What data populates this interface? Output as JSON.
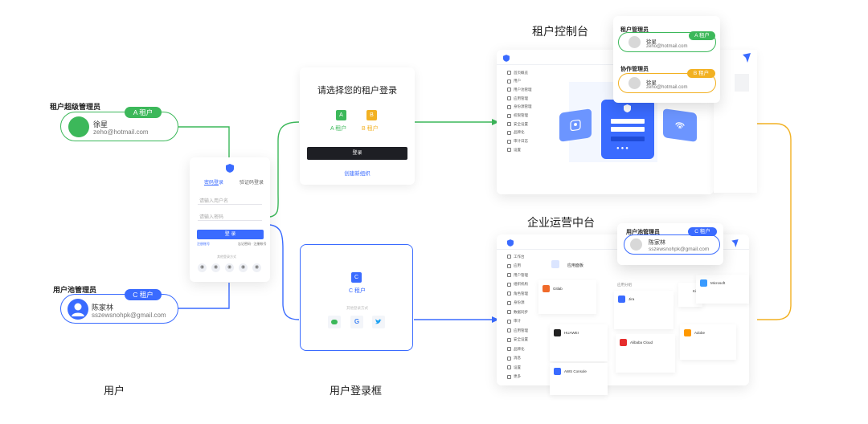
{
  "sections": {
    "users": "用户",
    "login_box": "用户登录框",
    "tenant_console": "租户控制台",
    "enterprise_ops": "企业运营中台"
  },
  "super_admin": {
    "role": "租户超级管理员",
    "tag": "A 租户",
    "name": "徐星",
    "email": "zeho@hotmail.com"
  },
  "pool_admin": {
    "role": "用户池管理员",
    "tag": "C 租户",
    "name": "陈家林",
    "email": "sszewsnohpk@gmail.com"
  },
  "login_card": {
    "tab_active": "密码登录",
    "tab_other": "验证码登录",
    "username_placeholder": "请输入用户名",
    "password_placeholder": "请输入密码",
    "login_button": "登 录",
    "register": "注册账号",
    "forgot": "忘记密码 · 注册帐号",
    "other_methods": "其他登录方式"
  },
  "tenant_select": {
    "title": "请选择您的租户登录",
    "tenant_a_icon": "A",
    "tenant_a": "A 租户",
    "tenant_b_icon": "B",
    "tenant_b": "B 租户",
    "login_button": "登录",
    "create_org": "创建新组织"
  },
  "tenant_c": {
    "icon": "C",
    "label": "C 租户",
    "sub": "其他登录方式"
  },
  "console_popup": {
    "admin_role": "租户管理员",
    "admin_tag": "A 租户",
    "admin_name": "徐星",
    "admin_email": "zeho@hotmail.com",
    "collab_role": "协作管理员",
    "collab_tag": "B 租户",
    "collab_name": "徐星",
    "collab_email": "zeho@hotmail.com"
  },
  "ops_popup": {
    "role": "用户池管理员",
    "tag": "C 租户",
    "name": "陈家林",
    "email": "sszewsnohpk@gmail.com"
  },
  "console_nav": [
    "首页概览",
    "用户",
    "用户池管理",
    "应用管理",
    "身份源管理",
    "权限管理",
    "安全设置",
    "品牌化",
    "审计日志",
    "设置"
  ],
  "ops_nav": [
    "工作台",
    "应用",
    "用户管理",
    "组织机构",
    "角色管理",
    "身份源",
    "数据同步",
    "审计",
    "应用管理",
    "安全设置",
    "品牌化",
    "消息",
    "设置",
    "更多"
  ],
  "ops_apps": {
    "header": "应用面板",
    "group": "应用分组",
    "apps": [
      "Gitlab",
      "Jira",
      "Kintone",
      "HUAWEI",
      "Alibaba Cloud",
      "Adobe",
      "AWS Console",
      "Microsoft"
    ]
  },
  "colors": {
    "green": "#3cb85a",
    "blue": "#3a6bff",
    "orange": "#f2b122",
    "dark": "#1e1f24"
  }
}
